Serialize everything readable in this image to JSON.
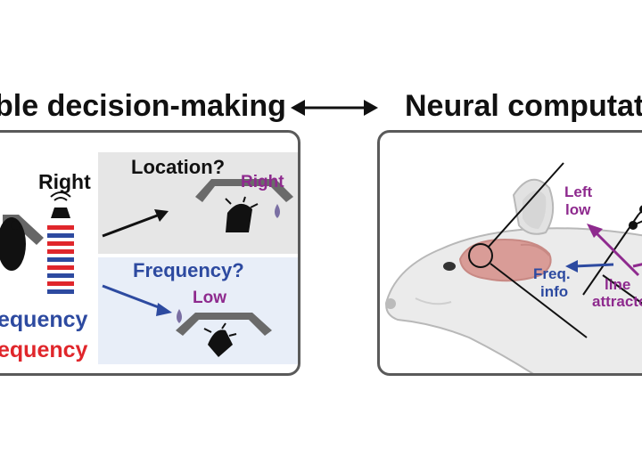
{
  "left_title": "ble decision-making",
  "right_title": "Neural computati",
  "left_panel": {
    "speaker_label": "Right",
    "location_box": {
      "question": "Location?",
      "answer": "Right"
    },
    "frequency_box": {
      "question": "Frequency?",
      "answer": "Low"
    },
    "legend_high": "equency",
    "legend_low": "equency"
  },
  "right_panel": {
    "left_low_label_1": "Left",
    "left_low_label_2": "low",
    "freq_info_label_1": "Freq.",
    "freq_info_label_2": "info",
    "line_attractor_label_1": "line",
    "line_attractor_label_2": "attracto"
  },
  "colors": {
    "blue": "#2d4aa0",
    "red": "#e0262b",
    "purple": "#8e2a8e",
    "gray_box": "#e6e6e6",
    "blue_box": "#e8eef8",
    "panel_border": "#5a5a5a"
  }
}
